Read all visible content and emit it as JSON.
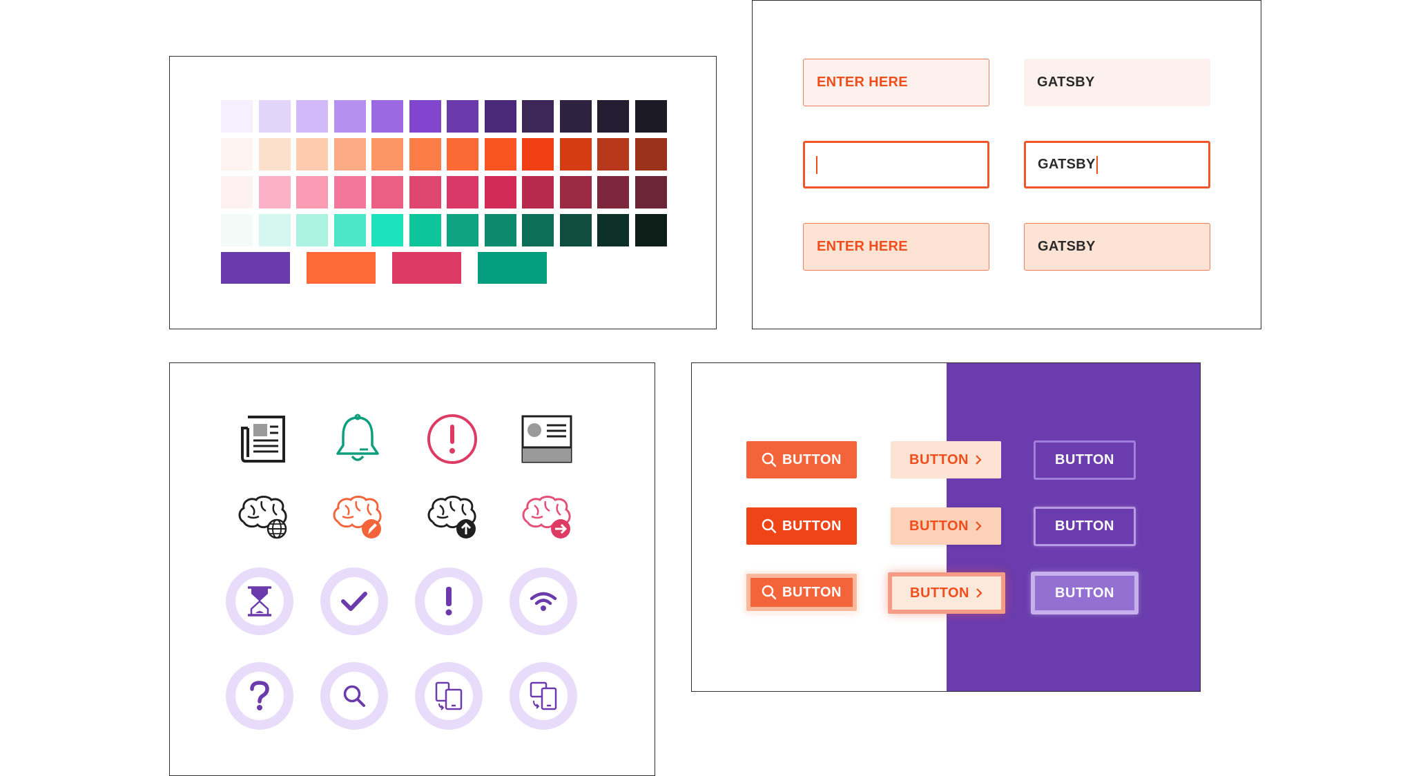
{
  "palette": {
    "rows": [
      [
        "#f5f0fe",
        "#e3d4fb",
        "#d2b9f8",
        "#b590ef",
        "#9b69e1",
        "#8146cd",
        "#6b3aab",
        "#4a2a78",
        "#3d2658",
        "#2f2240",
        "#231d31",
        "#1c1a24"
      ],
      [
        "#fdf3ef",
        "#fde0cc",
        "#fdcbae",
        "#fdab84",
        "#fd9664",
        "#fd7d49",
        "#fb6a34",
        "#f85522",
        "#f03f12",
        "#d63c12",
        "#b8381b",
        "#9a311a"
      ],
      [
        "#fdf1f3",
        "#fbb2c8",
        "#fa9bb4",
        "#f2779b",
        "#ea5f83",
        "#df4670",
        "#da3866",
        "#d22b55",
        "#b72a4b",
        "#9a2a42",
        "#7e263c",
        "#6b2536"
      ],
      [
        "#f2fbf8",
        "#d4f8ef",
        "#abf2e1",
        "#4ee6c8",
        "#1de3bd",
        "#0dc59a",
        "#0ea381",
        "#0d8a6d",
        "#0d6e57",
        "#0e4d3f",
        "#0d3127",
        "#0d1e18"
      ]
    ],
    "main": [
      "#6b3aab",
      "#fd6a37",
      "#dd3b63",
      "#049e7e"
    ]
  },
  "inputs": {
    "placeholder": "ENTER HERE",
    "value": "GATSBY"
  },
  "icons": [
    {
      "name": "newspaper-icon"
    },
    {
      "name": "bell-icon"
    },
    {
      "name": "alert-circle-icon"
    },
    {
      "name": "profile-card-icon"
    },
    {
      "name": "brain-globe-icon"
    },
    {
      "name": "brain-edit-icon"
    },
    {
      "name": "brain-upload-icon"
    },
    {
      "name": "brain-arrow-icon"
    },
    {
      "name": "hourglass-icon"
    },
    {
      "name": "check-icon"
    },
    {
      "name": "exclamation-icon"
    },
    {
      "name": "wifi-icon"
    },
    {
      "name": "question-icon"
    },
    {
      "name": "search-icon"
    },
    {
      "name": "devices-icon"
    },
    {
      "name": "devices-alt-icon"
    }
  ],
  "buttons": {
    "label": "BUTTON"
  },
  "colors": {
    "accent_orange": "#f4643a",
    "accent_purple": "#6a3cad",
    "icon_green": "#0d9e7e",
    "icon_pink": "#dd3b63"
  }
}
